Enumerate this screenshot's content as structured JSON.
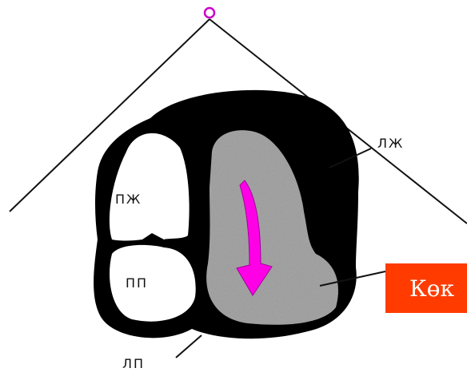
{
  "labels": {
    "right_ventricle": "ПЖ",
    "right_atrium": "ПП",
    "left_ventricle": "ЛЖ",
    "left_atrium": "ЛП"
  },
  "callout": {
    "text": "Көк",
    "background": "#ff3b00"
  },
  "colors": {
    "wall": "#000000",
    "ventricle_fill": "#9a9a9a",
    "arrow": "#ff00e6",
    "apex_marker": "#cc00cc"
  },
  "icons": {
    "arrow": "down-arrow-icon",
    "apex": "ring-marker-icon"
  }
}
